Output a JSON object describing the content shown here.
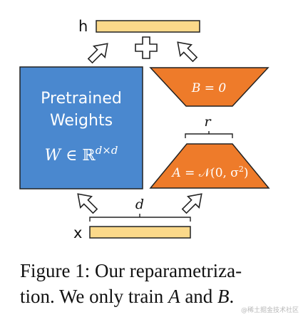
{
  "labels": {
    "h": "h",
    "x": "x",
    "pretrained_line1": "Pretrained",
    "pretrained_line2": "Weights",
    "pretrained_formula_var": "W",
    "pretrained_formula_rest": " ∈ ℝ",
    "pretrained_formula_sup": "d×d",
    "b_matrix": "B = 0",
    "a_matrix_var": "A",
    "a_matrix_rest": " = 𝒩(0, σ",
    "a_matrix_sup": "2",
    "a_matrix_close": ")",
    "rank": "r",
    "dim": "d"
  },
  "caption": {
    "prefix": "Figure 1: Our reparametriza-",
    "line2_start": "tion. We only train ",
    "var_a": "A",
    "and": " and ",
    "var_b": "B",
    "end": "."
  },
  "watermark": "@稀土掘金技术社区",
  "colors": {
    "blue": "#4a88cf",
    "orange": "#ee7b2a",
    "bar": "#fbd98a",
    "stroke": "#222222"
  }
}
